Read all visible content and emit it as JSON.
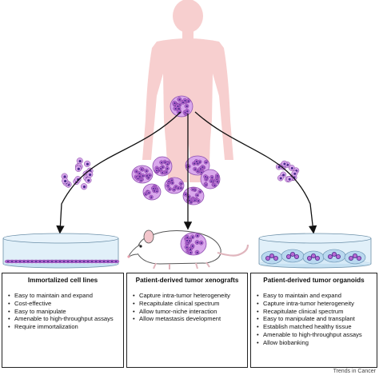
{
  "boxes": {
    "left": {
      "title": "Immortalized cell lines",
      "items": [
        "Easy to maintain and expand",
        "Cost-effective",
        "Easy to manipulate",
        "Amenable to high-throughput assays",
        "Require immortalization"
      ]
    },
    "middle": {
      "title": "Patient-derived tumor xenografts",
      "items": [
        "Capture intra-tumor heterogeneity",
        "Recapitulate clinical spectrum",
        "Allow tumor-niche interaction",
        "Allow metastasis development"
      ]
    },
    "right": {
      "title": "Patient-derived tumor organoids",
      "items": [
        "Easy to maintain and expand",
        "Capture intra-tumor heterogeneity",
        "Recapitulate clinical spectrum",
        "Easy to manipulate and transplant",
        "Establish matched healthy tissue",
        "Amenable to high-throughput assays",
        "Allow biobanking"
      ]
    }
  },
  "credit": "Trends in Cancer",
  "colors": {
    "body": "#f7cfcf",
    "cell": "#b768d4",
    "cell_light": "#d9a8ec",
    "nucleus": "#4a2b8c",
    "dish": "#cfe6f4",
    "mouse": "#ffffff"
  }
}
